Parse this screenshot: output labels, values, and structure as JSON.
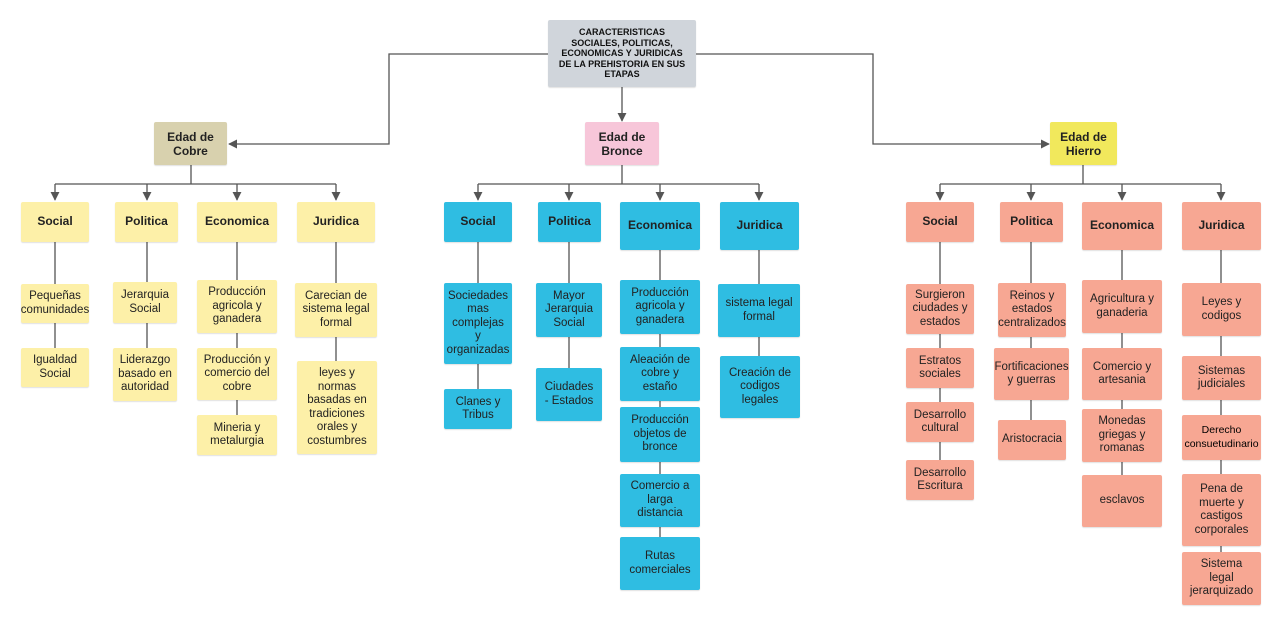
{
  "root": {
    "title": "CARACTERISTICAS\nSOCIALES, POLITICAS,\nECONOMICAS Y JURIDICAS\nDE LA PREHISTORIA EN  SUS\nETAPAS"
  },
  "ages": [
    {
      "name": "Edad de\nCobre",
      "color": "#d8d1ae",
      "categories": [
        {
          "label": "Social",
          "items": [
            "Pequeñas\ncomunidades",
            "Igualdad\nSocial"
          ]
        },
        {
          "label": "Politica",
          "items": [
            "Jerarquia\nSocial",
            "Liderazgo\nbasado en\nautoridad"
          ]
        },
        {
          "label": "Economica",
          "items": [
            "Producción\nagricola y\nganadera",
            "Producción y\ncomercio del\ncobre",
            "Mineria y\nmetalurgia"
          ]
        },
        {
          "label": "Juridica",
          "items": [
            "Carecian de\nsistema legal\nformal",
            "leyes y\nnormas\nbasadas en\ntradiciones\norales y\ncostumbres"
          ]
        }
      ]
    },
    {
      "name": "Edad de\nBronce",
      "color": "#f7c6d9",
      "categories": [
        {
          "label": "Social",
          "items": [
            "Sociedades\nmas\ncomplejas\ny\norganizadas",
            "Clanes y\nTribus"
          ]
        },
        {
          "label": "Politica",
          "items": [
            "Mayor\nJerarquia\nSocial",
            "Ciudades\n- Estados"
          ]
        },
        {
          "label": "Economica",
          "items": [
            "Producción\nagricola y\nganadera",
            "Aleación de\ncobre y\nestaño",
            "Producción\nobjetos de\nbronce",
            "Comercio a\nlarga\ndistancia",
            "Rutas\ncomerciales"
          ]
        },
        {
          "label": "Juridica",
          "items": [
            "sistema legal\nformal",
            "Creación de\ncodigos\nlegales"
          ]
        }
      ]
    },
    {
      "name": "Edad de\nHierro",
      "color": "#f1e85c",
      "categories": [
        {
          "label": "Social",
          "items": [
            "Surgieron\nciudades y\nestados",
            "Estratos\nsociales",
            "Desarrollo\ncultural",
            "Desarrollo\nEscritura"
          ]
        },
        {
          "label": "Politica",
          "items": [
            "Reinos y\nestados\ncentralizados",
            "Fortificaciones\ny guerras",
            "Aristocracia"
          ]
        },
        {
          "label": "Economica",
          "items": [
            "Agricultura y\nganaderia",
            "Comercio y\nartesania",
            "Monedas\ngriegas y\nromanas",
            "esclavos"
          ]
        },
        {
          "label": "Juridica",
          "items": [
            "Leyes y\ncodigos",
            "Sistemas\njudiciales",
            "Derecho\nconsuetudinario",
            "Pena de\nmuerte y\ncastigos\ncorporales",
            "Sistema\nlegal\njerarquizado"
          ]
        }
      ]
    }
  ]
}
